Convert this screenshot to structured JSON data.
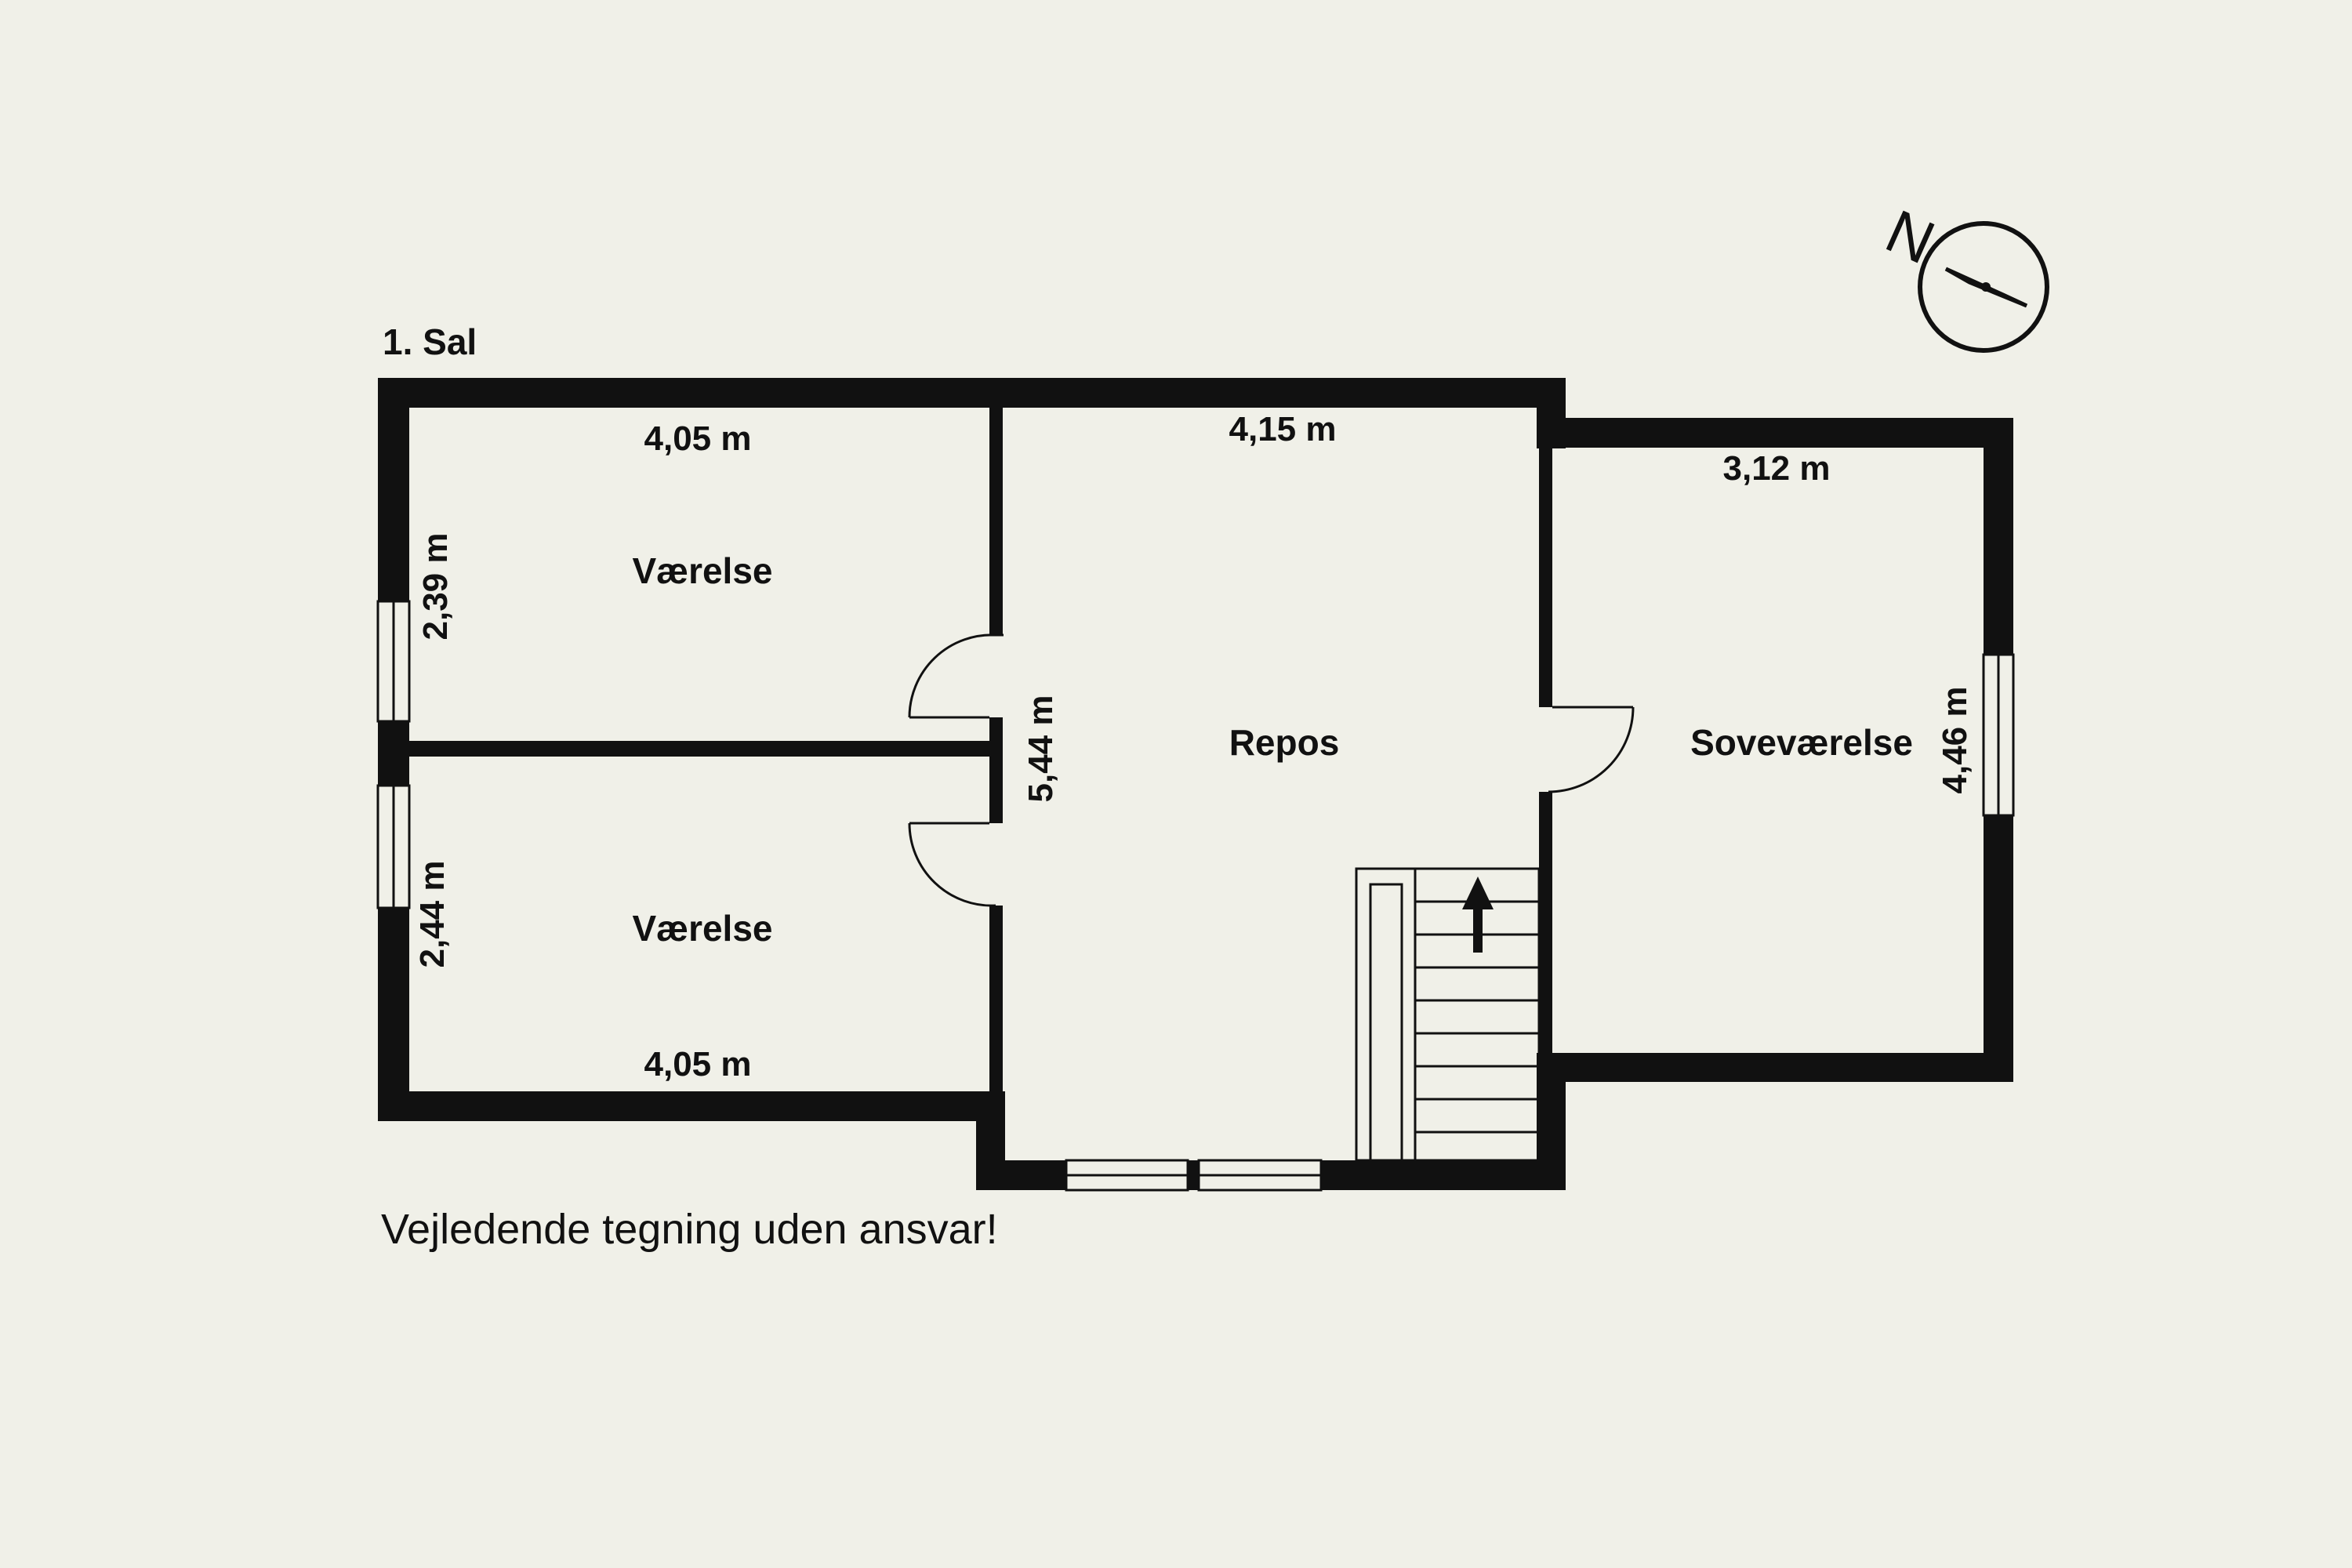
{
  "floor_label": "1. Sal",
  "disclaimer": "Vejledende tegning uden ansvar!",
  "compass": {
    "label": "N"
  },
  "rooms": [
    {
      "name": "Værelse",
      "width": "4,05 m",
      "depth": "2,39 m"
    },
    {
      "name": "Værelse",
      "width": "4,05 m",
      "depth": "2,44 m"
    },
    {
      "name": "Repos",
      "width": "4,15 m",
      "depth": "5,44 m"
    },
    {
      "name": "Soveværelse",
      "width": "3,12 m",
      "depth": "4,46 m"
    }
  ],
  "colors": {
    "background": "#f0f0e8",
    "walls": "#111111"
  }
}
